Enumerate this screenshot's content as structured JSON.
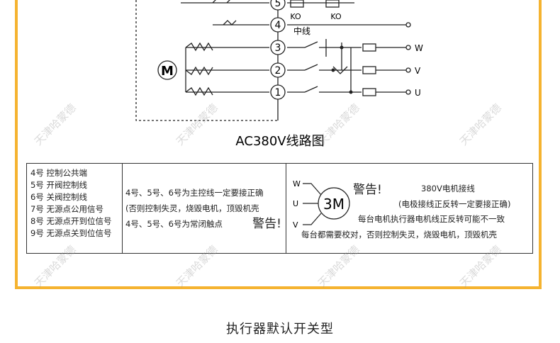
{
  "diagram": {
    "terminals": [
      "5",
      "4",
      "3",
      "2",
      "1"
    ],
    "ko_labels": [
      "KO",
      "KO"
    ],
    "neutral_label": "中线",
    "motor_label": "M",
    "phase_labels": [
      "W",
      "V",
      "U"
    ],
    "caption": "AC380V线路图"
  },
  "legend": {
    "left_lines": [
      "4号 控制公共端",
      "5号 开阀控制线",
      "6号 关阀控制线",
      "7号 无源点公用信号",
      "8号 无源点开到位信号",
      "9号 无源点关到位信号"
    ],
    "mid_line1": "4号、5号、6号为主控线一定要接正确",
    "mid_line2": "(否则控制失灵，烧毁电机，顶毁机壳",
    "mid_line3": "4号、5号、6号为常闭触点",
    "mid_warning": "警告!",
    "right_warning": "警告!",
    "right_motor": "3M",
    "right_phases": [
      "W",
      "U",
      "V"
    ],
    "right_title": "380V电机接线",
    "right_line1": "(电极接线正反转一定要接正确)",
    "right_line2": "每台电机执行器电机线正反转可能不一致",
    "right_line3": "每台都需要校对，否则控制失灵，烧毁电机，顶毁机壳"
  },
  "bottom_title": "执行器默认开关型",
  "watermark": "天津哈蒙德",
  "colors": {
    "border": "#f5b330",
    "line": "#222222"
  }
}
